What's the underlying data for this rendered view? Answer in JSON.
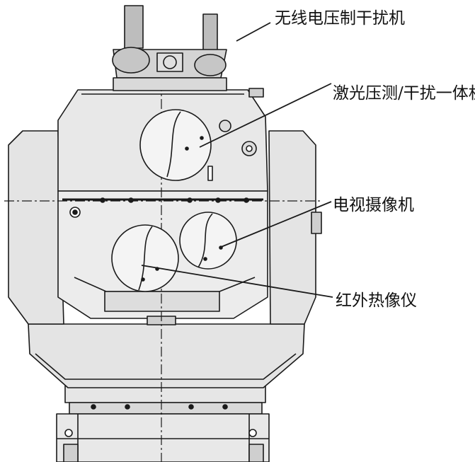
{
  "figure": {
    "labels": {
      "jammer": "无线电压制干扰机",
      "laser": "激光压测/干扰一体机",
      "tv_camera": "电视摄像机",
      "thermal": "红外热像仪"
    }
  },
  "colors": {
    "line": "#1a1a1a",
    "housing": "#e4e4e4",
    "housing_dark": "#cfcfcf",
    "lens": "#f4f4f4",
    "background": "#ffffff"
  }
}
